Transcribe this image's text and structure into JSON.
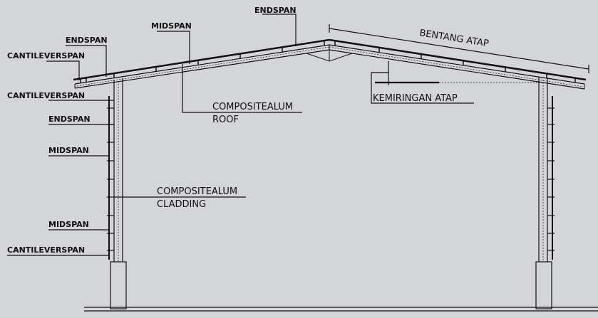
{
  "labels": {
    "roof_endspan_top": "ENDSPAN",
    "roof_midspan": "MIDSPAN",
    "roof_endspan_left": "ENDSPAN",
    "roof_cantilever": "CANTILEVERSPAN",
    "roof_material_1": "COMPOSITEALUM",
    "roof_material_2": "ROOF",
    "wall_cantilever_top": "CANTILEVERSPAN",
    "wall_endspan": "ENDSPAN",
    "wall_midspan_top": "MIDSPAN",
    "wall_material_1": "COMPOSITEALUM",
    "wall_material_2": "CLADDING",
    "wall_midspan_bottom": "MIDSPAN",
    "wall_cantilever_bottom": "CANTILEVERSPAN",
    "roof_span": "BENTANG ATAP",
    "roof_slope": "KEMIRINGAN ATAP"
  },
  "colors": {
    "background": "#d4d5d9",
    "line": "#111111"
  }
}
